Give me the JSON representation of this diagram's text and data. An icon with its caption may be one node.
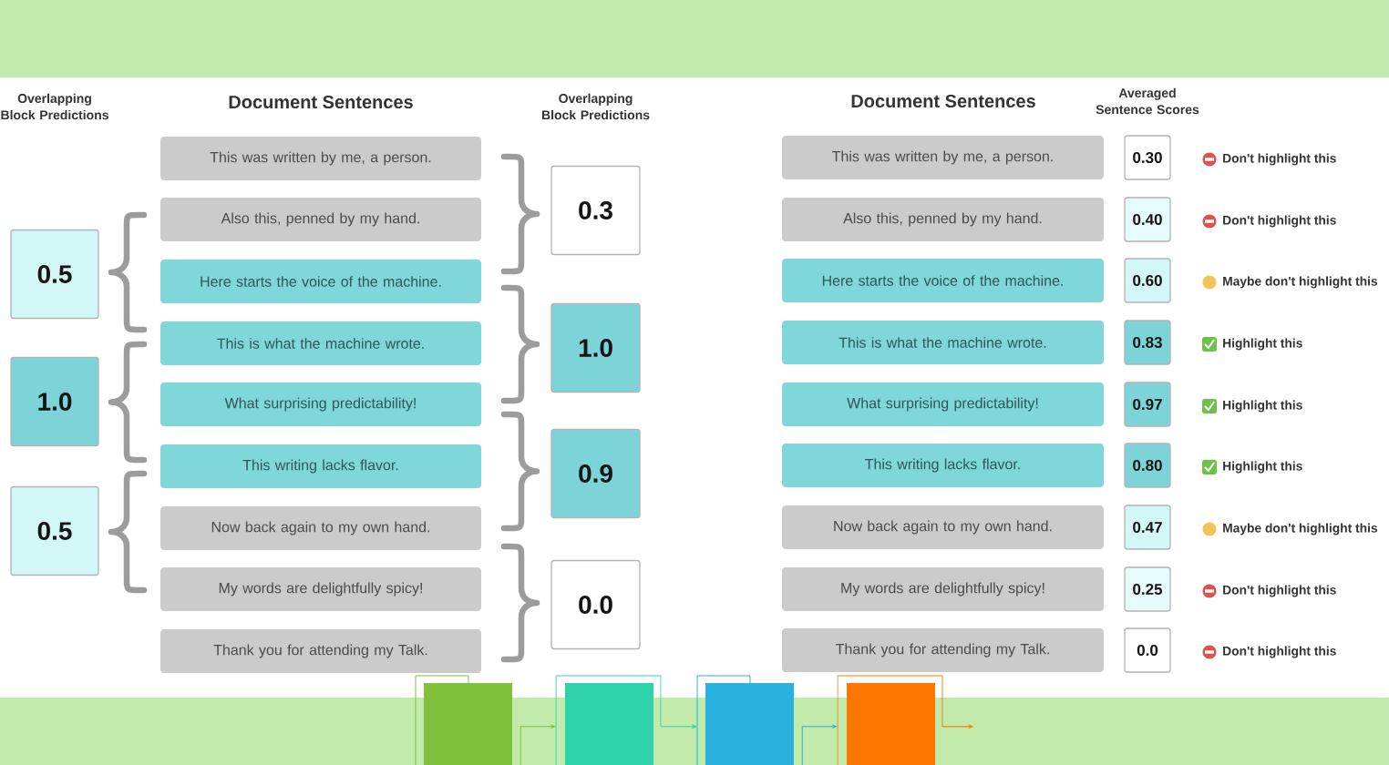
{
  "diagram": {
    "nodes": [
      {
        "text": [
          "0.5"
        ]
      },
      {
        "text": [
          "1.0"
        ]
      },
      {
        "text": [
          "0.5"
        ]
      },
      {
        "text": [
          "This was written by me, a person."
        ]
      },
      {
        "text": [
          "Also this, penned by my hand."
        ]
      },
      {
        "text": [
          "Here starts the voice of the machine."
        ]
      },
      {
        "text": [
          "This is what the machine wrote."
        ]
      },
      {
        "text": [
          "What surprising predictability!"
        ]
      },
      {
        "text": [
          "This writing lacks flavor."
        ]
      },
      {
        "text": [
          "Now back again to my own hand."
        ]
      },
      {
        "text": [
          "My words are delightfully spicy!"
        ]
      },
      {
        "text": [
          "Thank you for attending my Talk."
        ]
      },
      {
        "text": [
          "0.3"
        ]
      },
      {
        "text": [
          "1.0"
        ]
      },
      {
        "text": [
          "0.9"
        ]
      },
      {
        "text": [
          "0.0"
        ]
      },
      {
        "text": [
          "This was written by me, a person."
        ]
      },
      {
        "text": [
          "Also this, penned by my hand."
        ]
      },
      {
        "text": [
          "Here starts the voice of the machine."
        ]
      },
      {
        "text": [
          "This is what the machine wrote."
        ]
      },
      {
        "text": [
          "What surprising predictability!"
        ]
      },
      {
        "text": [
          "This writing lacks flavor."
        ]
      },
      {
        "text": [
          "Now back again to my own hand."
        ]
      },
      {
        "text": [
          "My words are delightfully spicy!"
        ]
      },
      {
        "text": [
          "Thank you for attending my Talk."
        ]
      },
      {
        "text": [
          "0.30"
        ]
      },
      {
        "text": [
          "0.40"
        ]
      },
      {
        "text": [
          "0.60"
        ]
      },
      {
        "text": [
          "0.83"
        ]
      },
      {
        "text": [
          "0.97"
        ]
      },
      {
        "text": [
          "0.80"
        ]
      },
      {
        "text": [
          "0.47"
        ]
      },
      {
        "text": [
          "0.25"
        ]
      },
      {
        "text": [
          "0.0"
        ]
      },
      {
        "text": [],
        "shape": "box"
      },
      {
        "text": [],
        "shape": "box"
      },
      {
        "text": [],
        "shape": "box"
      },
      {
        "text": [],
        "shape": "box"
      }
    ],
    "edges": [
      {
        "from": 34,
        "to": 35,
        "arrow": "to",
        "color": "#80c13b"
      },
      {
        "from": 35,
        "to": 36,
        "arrow": "to",
        "color": "#2ed3ab"
      },
      {
        "from": 36,
        "to": 37,
        "arrow": "to",
        "color": "#2ab1de"
      },
      {
        "from": 37,
        "to": null,
        "arrow": "to",
        "color": "#fc7600"
      }
    ],
    "labels": [
      "Overlapping Block Predictions",
      "Document Sentences",
      "Overlapping Block Predictions",
      "Document Sentences",
      "Averaged Sentence Scores",
      "Don't highlight this",
      "Don't highlight this",
      "Maybe don't highlight this",
      "Highlight this",
      "Highlight this",
      "Highlight this",
      "Maybe don't highlight this",
      "Don't highlight this",
      "Don't highlight this"
    ]
  }
}
